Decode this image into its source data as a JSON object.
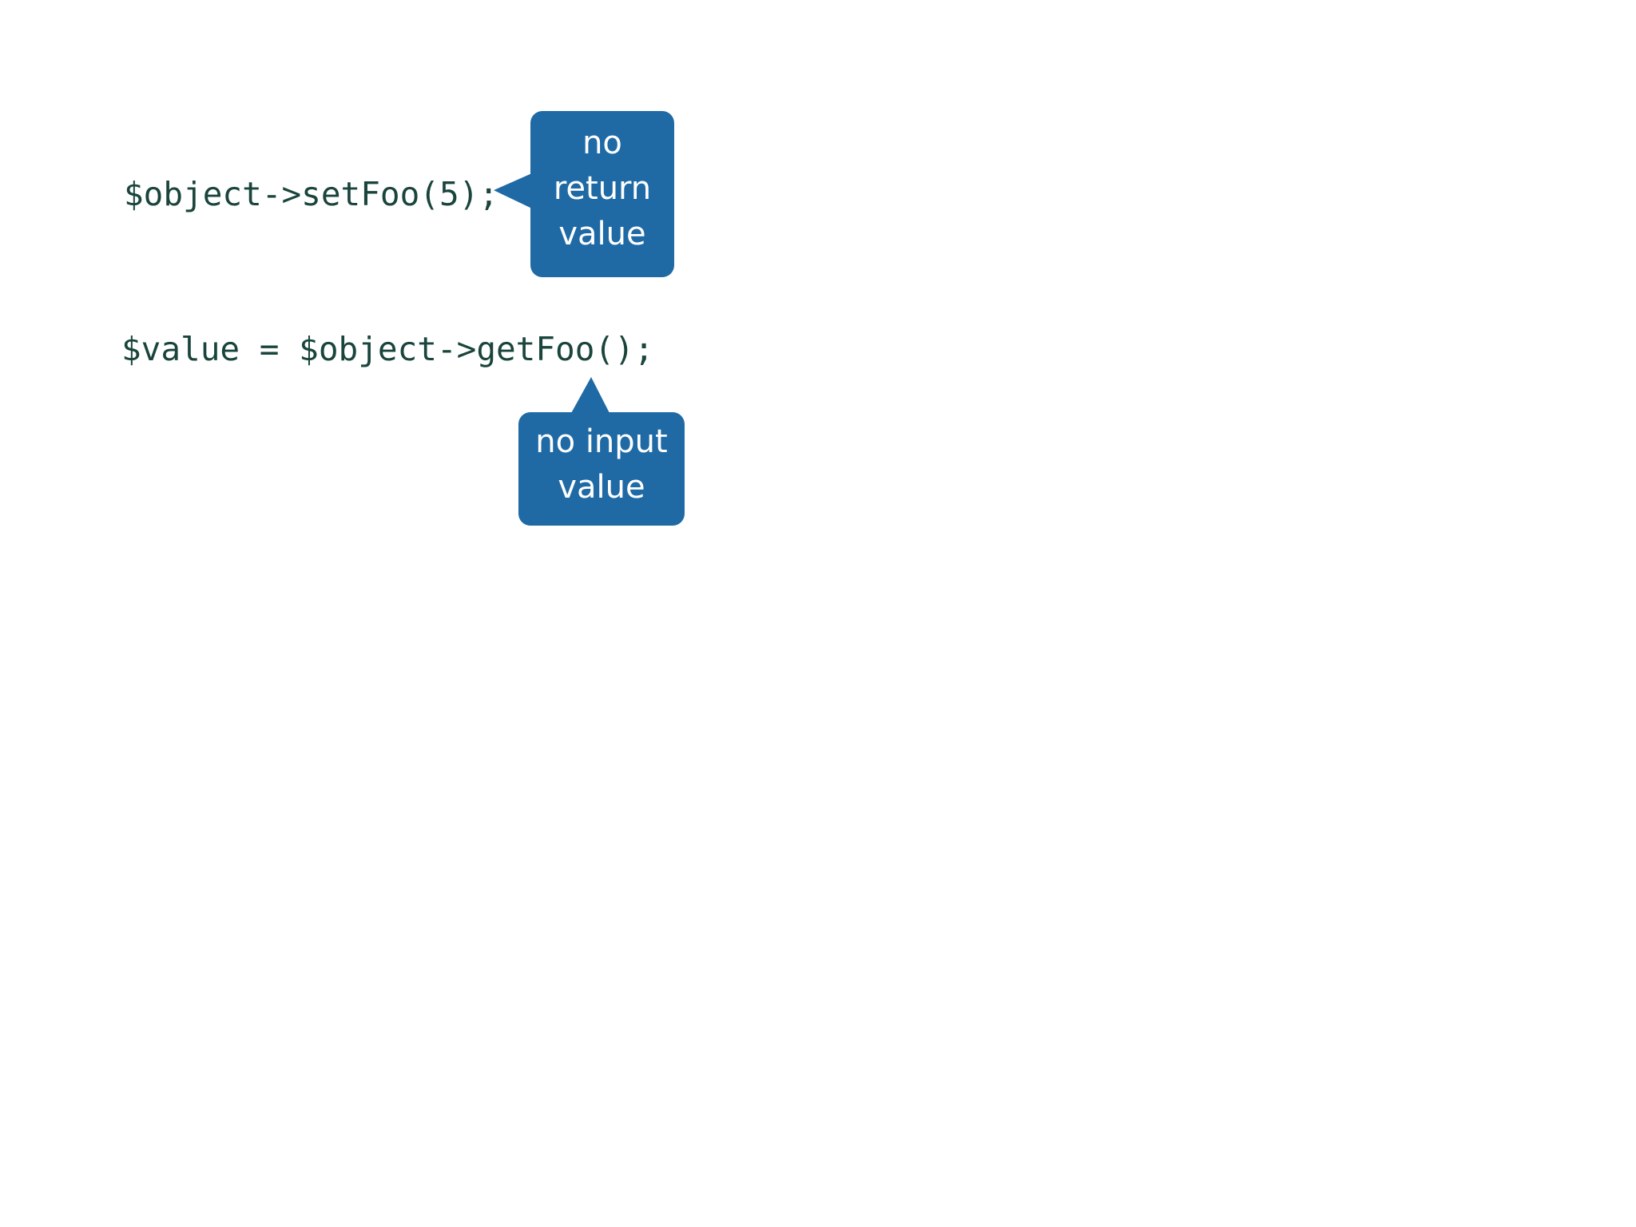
{
  "code": {
    "line1": "$object->setFoo(5);",
    "line2": "$value = $object->getFoo();"
  },
  "callouts": {
    "no_return": {
      "lines": [
        "no",
        "return",
        "value"
      ],
      "pointer_direction": "left",
      "points_at": "setFoo(5); statement"
    },
    "no_input": {
      "lines": [
        "no input",
        "value"
      ],
      "pointer_direction": "up",
      "points_at": "getFoo() call"
    }
  },
  "colors": {
    "background": "#ffffff",
    "callout_blue": "#1f6aa5",
    "callout_text": "#ffffff",
    "code_text": "#1a453c"
  }
}
